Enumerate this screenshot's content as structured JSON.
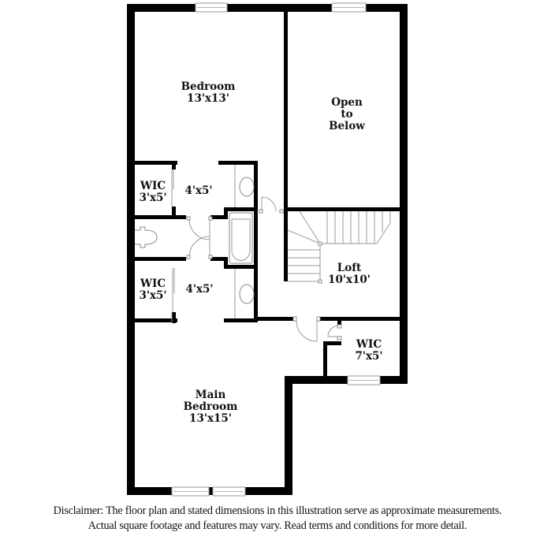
{
  "floor_plan": {
    "rooms": [
      {
        "id": "bedroom",
        "name": "Bedroom",
        "dimensions": "13'x13'"
      },
      {
        "id": "open-to-below",
        "name_lines": [
          "Open",
          "to",
          "Below"
        ]
      },
      {
        "id": "wic-upper",
        "name": "WIC",
        "dimensions": "3'x5'"
      },
      {
        "id": "bath-upper",
        "dimensions": "4'x5'"
      },
      {
        "id": "wic-lower",
        "name": "WIC",
        "dimensions": "3'x5'"
      },
      {
        "id": "bath-lower",
        "dimensions": "4'x5'"
      },
      {
        "id": "loft",
        "name": "Loft",
        "dimensions": "10'x10'"
      },
      {
        "id": "wic-main",
        "name": "WIC",
        "dimensions": "7'x5'"
      },
      {
        "id": "main-bedroom",
        "name_lines": [
          "Main",
          "Bedroom"
        ],
        "dimensions": "13'x15'"
      }
    ],
    "colors": {
      "wall": "#000000",
      "fixture_line": "#9a9a9a",
      "background": "#ffffff"
    }
  },
  "disclaimer": {
    "line1": "Disclaimer: The floor plan and stated dimensions in this illustration serve as approximate measurements.",
    "line2": "Actual square footage and features may vary. Read terms and conditions for more detail."
  }
}
